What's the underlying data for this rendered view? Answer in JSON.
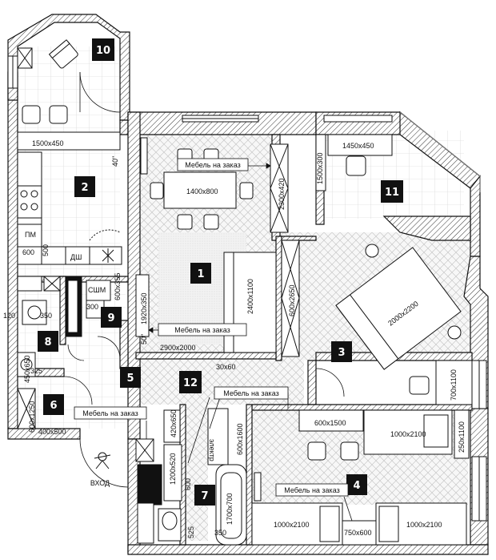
{
  "rooms": [
    "1",
    "2",
    "3",
    "4",
    "5",
    "6",
    "7",
    "8",
    "9",
    "10",
    "11",
    "12"
  ],
  "notes": {
    "custom_furniture": "Мебель на заказ",
    "entrance": "ВХОД",
    "electric": "электр"
  },
  "dims": {
    "d1500x450": "1500x450",
    "d1450x450": "1450x450",
    "d1400x800": "1400x800",
    "d2300x420": "2300x420",
    "d1500x300": "1500x300",
    "d2400x1100": "2400x1100",
    "d600x2650": "600x2650",
    "d2000x2200": "2000x2200",
    "d1920x350": "1920x350",
    "d2900x2000": "2900x2000",
    "d600x355": "600x355",
    "d300": "300",
    "d350": "350",
    "d120": "120",
    "d450x650": "450x650",
    "d325": "325",
    "d600x1250": "600x1250",
    "d400x500": "400x500",
    "d420x650": "420x650",
    "d1200x520": "1200x520",
    "d600": "600",
    "d600x1600": "600x1600",
    "d1700x700": "1700x700",
    "d525": "525",
    "d350b": "350",
    "d600x1500": "600x1500",
    "d1000x2100a": "1000x2100",
    "d1000x2100b": "1000x2100",
    "d1000x2100c": "1000x2100",
    "d750x600": "750x600",
    "d700x1100": "700x1100",
    "d250x1100": "250x1100",
    "d30x60": "30x60",
    "d40": "40\"",
    "d50": "50\"",
    "d600small": "600",
    "d500": "500"
  },
  "appliances": {
    "pm": "ПМ",
    "dsh": "ДШ",
    "sshm": "СШМ"
  }
}
